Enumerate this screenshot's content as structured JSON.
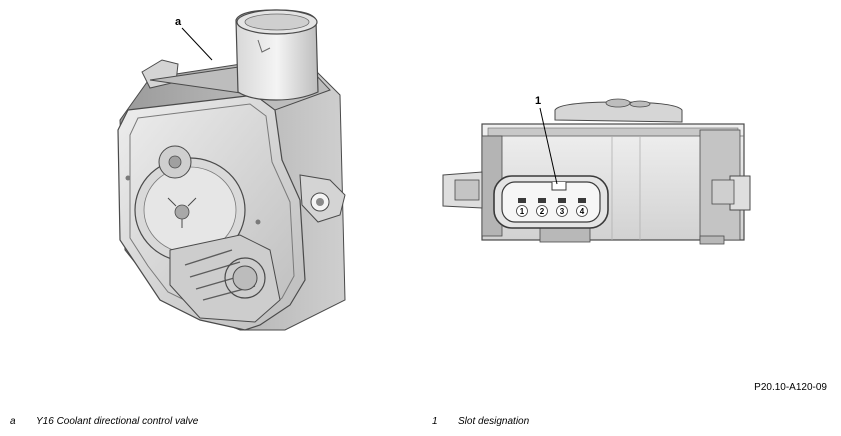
{
  "callouts": {
    "a": "a",
    "one": "1"
  },
  "pins": [
    "1",
    "2",
    "3",
    "4"
  ],
  "reference_code": "P20.10-A120-09",
  "legend": [
    {
      "key": "a",
      "text": "Y16 Coolant directional control valve"
    },
    {
      "key": "1",
      "text": "Slot designation"
    }
  ],
  "colors": {
    "body_light": "#e6e6e6",
    "body_mid": "#cfcfcf",
    "body_dark": "#a9a9a9",
    "outline": "#4a4a4a"
  }
}
